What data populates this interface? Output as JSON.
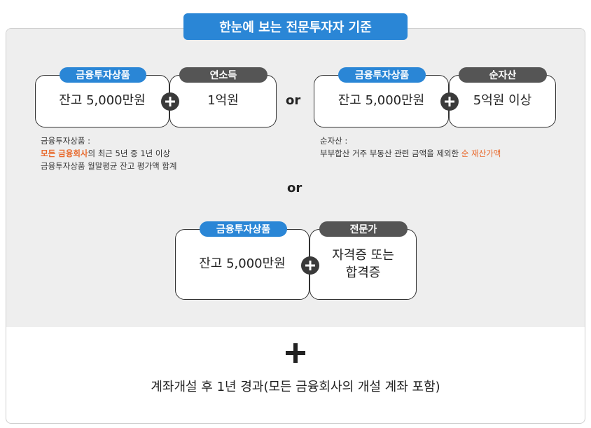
{
  "title": "한눈에 보는 전문투자자 기준",
  "group1": {
    "left_tag": "금융투자상품",
    "left_value": "잔고 5,000만원",
    "right_tag": "연소득",
    "right_value": "1억원",
    "note_line1": "금융투자상품 :",
    "note_line2_hl": "모든 금융회사",
    "note_line2_rest": "의 최근 5년 중 1년 이상",
    "note_line3": "금융투자상품 월말평균 잔고 평가액 합계"
  },
  "or_label_1": "or",
  "group2": {
    "left_tag": "금융투자상품",
    "left_value": "잔고 5,000만원",
    "right_tag": "순자산",
    "right_value": "5억원 이상",
    "note_line1": "순자산 :",
    "note_line2_rest": "부부합산 거주 부동산 관련 금액을 제외한 ",
    "note_line2_hl": "순 재산가액"
  },
  "or_label_2": "or",
  "group3": {
    "left_tag": "금융투자상품",
    "left_value": "잔고 5,000만원",
    "right_tag": "전문가",
    "right_value_line1": "자격증 또는",
    "right_value_line2": "합격증"
  },
  "footer": "계좌개설 후 1년 경과(모든 금융회사의 개설 계좌 포함)",
  "icons": [
    "plus-circle-icon",
    "plus-icon"
  ],
  "colors": {
    "accent_blue": "#2a86d6",
    "tag_dark": "#555555",
    "highlight": "#e8692c",
    "panel_gray": "#eeeeee"
  }
}
